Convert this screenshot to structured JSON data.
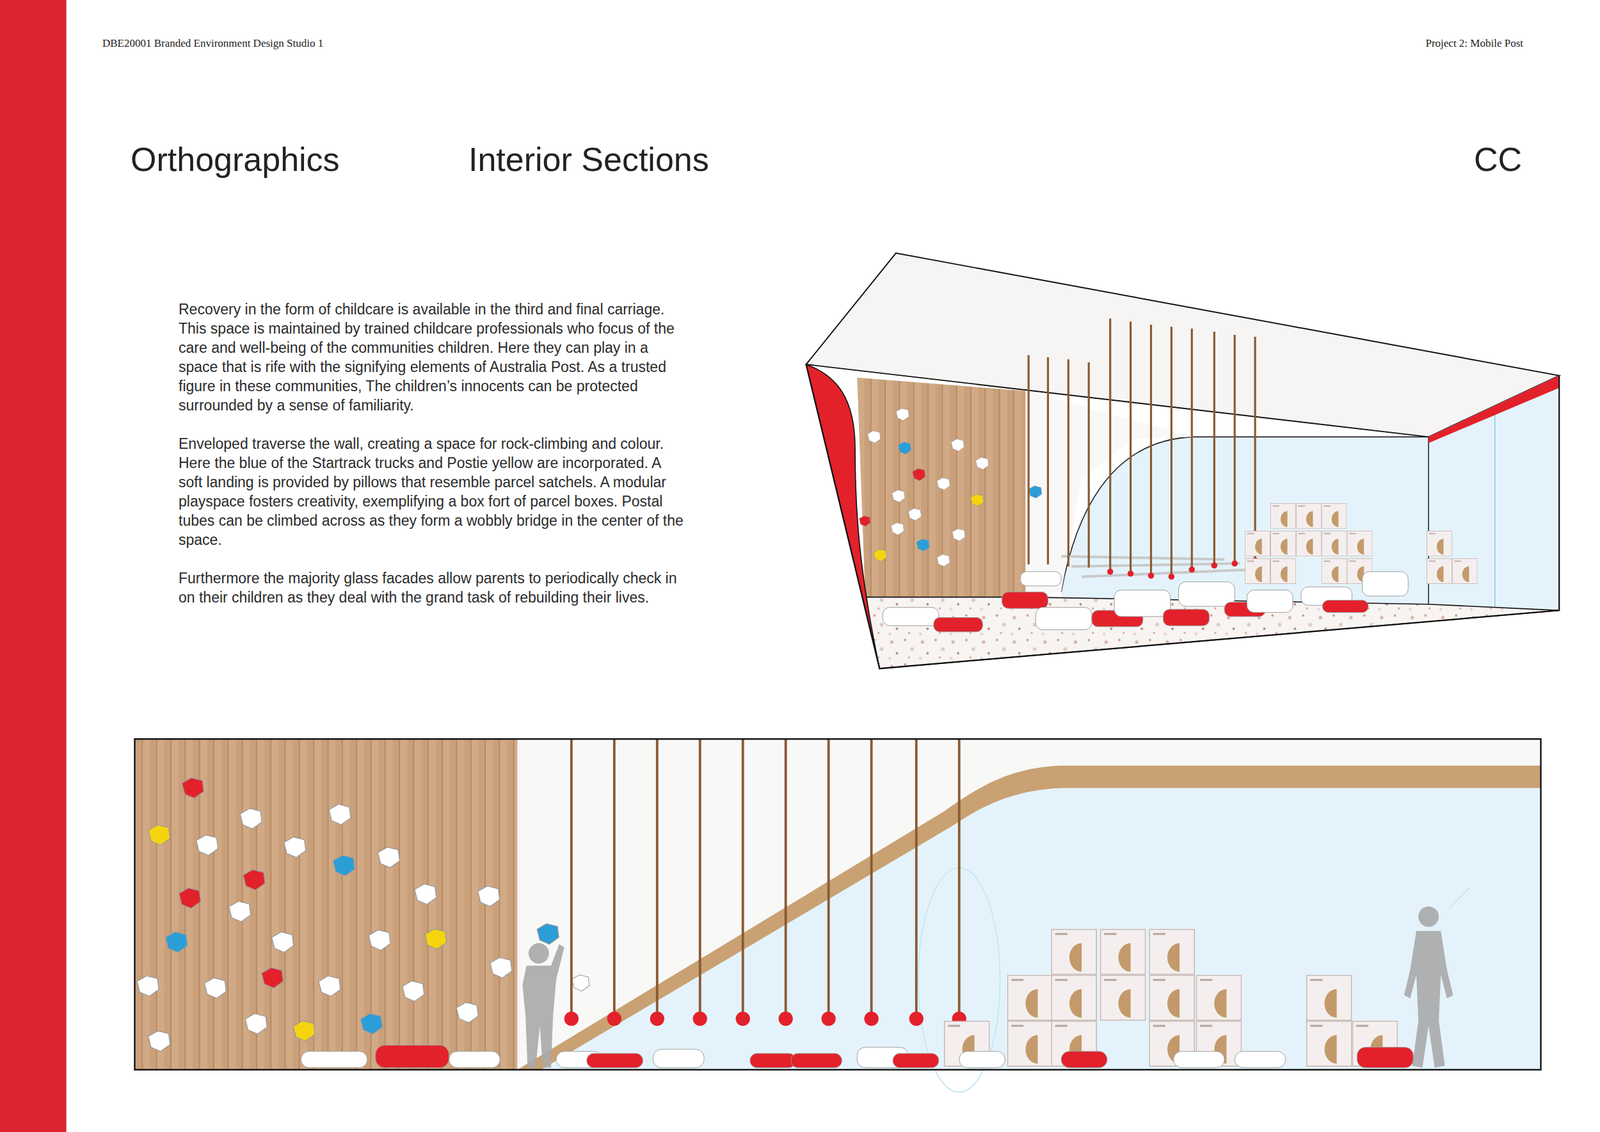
{
  "diagram": {
    "labels": [
      "DBE20001 Branded Environment Design Studio 1",
      "Project 2: Mobile Post",
      "Orthographics",
      "Interior Sections",
      "CC",
      "Recovery in the form of childcare is available in the third and final carriage. This space is maintained by trained childcare professionals who focus of the care and well-being of the communities children. Here they can play in a space that is rife with the signifying elements of Australia Post. As a trusted figure in these communities, The children’s innocents can be protected surrounded by a sense of familiarity.",
      "Enveloped traverse the wall, creating a space for rock-climbing and colour. Here the blue of the Startrack trucks and Postie yellow are incorporated. A soft landing is provided by pillows that resemble parcel satchels. A modular playspace fosters creativity, exemplifying a box fort of parcel boxes. Postal tubes can be climbed across as they form a wobbly bridge in the center of the space.",
      "Furthermore the majority glass facades allow parents to periodically check in on their children as they deal with the grand task of rebuilding their lives."
    ]
  }
}
